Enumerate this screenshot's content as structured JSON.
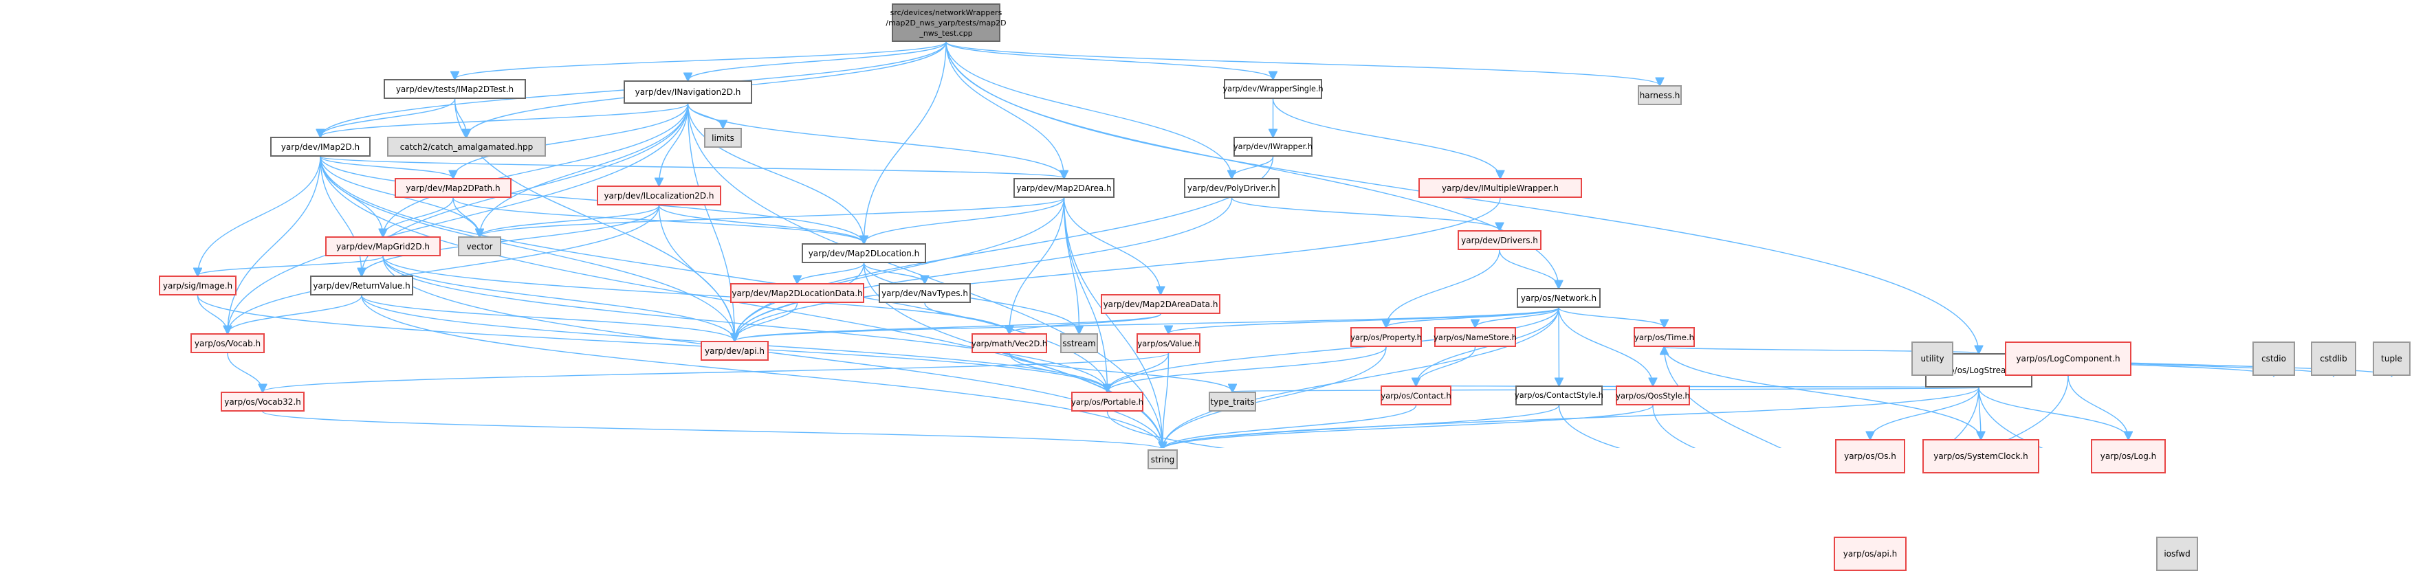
{
  "title": "src/devices/networkWrappers/map2D_nws_yarp/tests/map2D_nws_test.cpp",
  "colors": {
    "edge": "#63b8ff",
    "root_fill": "#999999",
    "plain_fill": "#ffffff",
    "plain_border": "#666666",
    "red_fill": "#fff0f0",
    "red_border": "#e84646",
    "sys_fill": "#e0e0e0",
    "sys_border": "#999999"
  },
  "nodes": [
    {
      "id": "root",
      "label": "src/devices/networkWrappers\n/map2D_nws_yarp/tests/map2D\n_nws_test.cpp",
      "kind": "root"
    },
    {
      "id": "IMap2DTest",
      "label": "yarp/dev/tests/IMap2DTest.h",
      "kind": "plain"
    },
    {
      "id": "INavigation2D",
      "label": "yarp/dev/INavigation2D.h",
      "kind": "plain"
    },
    {
      "id": "WrapperSingle",
      "label": "yarp/dev/WrapperSingle.h",
      "kind": "plain"
    },
    {
      "id": "harness",
      "label": "harness.h",
      "kind": "sys"
    },
    {
      "id": "IMap2D",
      "label": "yarp/dev/IMap2D.h",
      "kind": "plain"
    },
    {
      "id": "catch",
      "label": "catch2/catch_amalgamated.hpp",
      "kind": "sys"
    },
    {
      "id": "limits",
      "label": "limits",
      "kind": "sys"
    },
    {
      "id": "IWrapper",
      "label": "yarp/dev/IWrapper.h",
      "kind": "plain"
    },
    {
      "id": "Map2DPath",
      "label": "yarp/dev/Map2DPath.h",
      "kind": "red"
    },
    {
      "id": "ILocalization2D",
      "label": "yarp/dev/ILocalization2D.h",
      "kind": "red"
    },
    {
      "id": "Map2DArea",
      "label": "yarp/dev/Map2DArea.h",
      "kind": "plain"
    },
    {
      "id": "PolyDriver",
      "label": "yarp/dev/PolyDriver.h",
      "kind": "plain"
    },
    {
      "id": "IMultipleWrapper",
      "label": "yarp/dev/IMultipleWrapper.h",
      "kind": "red"
    },
    {
      "id": "MapGrid2D",
      "label": "yarp/dev/MapGrid2D.h",
      "kind": "red"
    },
    {
      "id": "vector",
      "label": "vector",
      "kind": "sys"
    },
    {
      "id": "Map2DLocation",
      "label": "yarp/dev/Map2DLocation.h",
      "kind": "plain"
    },
    {
      "id": "Drivers",
      "label": "yarp/dev/Drivers.h",
      "kind": "red"
    },
    {
      "id": "LogStream",
      "label": "yarp/os/LogStream.h",
      "kind": "plain"
    },
    {
      "id": "Image",
      "label": "yarp/sig/Image.h",
      "kind": "red"
    },
    {
      "id": "ReturnValue",
      "label": "yarp/dev/ReturnValue.h",
      "kind": "plain"
    },
    {
      "id": "Map2DLocationData",
      "label": "yarp/dev/Map2DLocationData.h",
      "kind": "red"
    },
    {
      "id": "NavTypes",
      "label": "yarp/dev/NavTypes.h",
      "kind": "plain"
    },
    {
      "id": "Map2DAreaData",
      "label": "yarp/dev/Map2DAreaData.h",
      "kind": "red"
    },
    {
      "id": "Network",
      "label": "yarp/os/Network.h",
      "kind": "plain"
    },
    {
      "id": "Vocab",
      "label": "yarp/os/Vocab.h",
      "kind": "red"
    },
    {
      "id": "devapi",
      "label": "yarp/dev/api.h",
      "kind": "red"
    },
    {
      "id": "Vec2D",
      "label": "yarp/math/Vec2D.h",
      "kind": "red"
    },
    {
      "id": "sstream",
      "label": "sstream",
      "kind": "sys"
    },
    {
      "id": "Value",
      "label": "yarp/os/Value.h",
      "kind": "red"
    },
    {
      "id": "Property",
      "label": "yarp/os/Property.h",
      "kind": "red"
    },
    {
      "id": "NameStore",
      "label": "yarp/os/NameStore.h",
      "kind": "red"
    },
    {
      "id": "Time",
      "label": "yarp/os/Time.h",
      "kind": "red"
    },
    {
      "id": "utility",
      "label": "utility",
      "kind": "sys"
    },
    {
      "id": "LogComponent",
      "label": "yarp/os/LogComponent.h",
      "kind": "red"
    },
    {
      "id": "cstdio",
      "label": "cstdio",
      "kind": "sys"
    },
    {
      "id": "cstdlib",
      "label": "cstdlib",
      "kind": "sys"
    },
    {
      "id": "tuple",
      "label": "tuple",
      "kind": "sys"
    },
    {
      "id": "Vocab32",
      "label": "yarp/os/Vocab32.h",
      "kind": "red"
    },
    {
      "id": "Portable",
      "label": "yarp/os/Portable.h",
      "kind": "red"
    },
    {
      "id": "type_traits",
      "label": "type_traits",
      "kind": "sys"
    },
    {
      "id": "Contact",
      "label": "yarp/os/Contact.h",
      "kind": "red"
    },
    {
      "id": "ContactStyle",
      "label": "yarp/os/ContactStyle.h",
      "kind": "plain"
    },
    {
      "id": "QosStyle",
      "label": "yarp/os/QosStyle.h",
      "kind": "red"
    },
    {
      "id": "Os",
      "label": "yarp/os/Os.h",
      "kind": "red"
    },
    {
      "id": "SystemClock",
      "label": "yarp/os/SystemClock.h",
      "kind": "red"
    },
    {
      "id": "Log",
      "label": "yarp/os/Log.h",
      "kind": "red"
    },
    {
      "id": "string",
      "label": "string",
      "kind": "sys"
    },
    {
      "id": "osapi",
      "label": "yarp/os/api.h",
      "kind": "red"
    },
    {
      "id": "iosfwd",
      "label": "iosfwd",
      "kind": "sys"
    }
  ],
  "edges": [
    [
      "root",
      "IMap2DTest"
    ],
    [
      "root",
      "INavigation2D"
    ],
    [
      "root",
      "WrapperSingle"
    ],
    [
      "root",
      "harness"
    ],
    [
      "root",
      "IMap2D"
    ],
    [
      "root",
      "catch"
    ],
    [
      "root",
      "Map2DArea"
    ],
    [
      "root",
      "PolyDriver"
    ],
    [
      "root",
      "Map2DLocation"
    ],
    [
      "root",
      "Network"
    ],
    [
      "root",
      "LogStream"
    ],
    [
      "IMap2DTest",
      "IMap2D"
    ],
    [
      "IMap2DTest",
      "catch"
    ],
    [
      "IMap2DTest",
      "devapi"
    ],
    [
      "INavigation2D",
      "IMap2D"
    ],
    [
      "INavigation2D",
      "limits"
    ],
    [
      "INavigation2D",
      "Map2DPath"
    ],
    [
      "INavigation2D",
      "ILocalization2D"
    ],
    [
      "INavigation2D",
      "Map2DArea"
    ],
    [
      "INavigation2D",
      "Map2DLocation"
    ],
    [
      "INavigation2D",
      "vector"
    ],
    [
      "INavigation2D",
      "devapi"
    ],
    [
      "INavigation2D",
      "ReturnValue"
    ],
    [
      "INavigation2D",
      "Vocab"
    ],
    [
      "INavigation2D",
      "string"
    ],
    [
      "INavigation2D",
      "MapGrid2D"
    ],
    [
      "WrapperSingle",
      "IWrapper"
    ],
    [
      "WrapperSingle",
      "IMultipleWrapper"
    ],
    [
      "IWrapper",
      "PolyDriver"
    ],
    [
      "IWrapper",
      "devapi"
    ],
    [
      "IMultipleWrapper",
      "devapi"
    ],
    [
      "PolyDriver",
      "Drivers"
    ],
    [
      "PolyDriver",
      "devapi"
    ],
    [
      "Drivers",
      "Network"
    ],
    [
      "Drivers",
      "Property"
    ],
    [
      "IMap2D",
      "MapGrid2D"
    ],
    [
      "IMap2D",
      "Map2DPath"
    ],
    [
      "IMap2D",
      "Map2DArea"
    ],
    [
      "IMap2D",
      "Map2DLocation"
    ],
    [
      "IMap2D",
      "vector"
    ],
    [
      "IMap2D",
      "Image"
    ],
    [
      "IMap2D",
      "ReturnValue"
    ],
    [
      "IMap2D",
      "devapi"
    ],
    [
      "IMap2D",
      "Vocab"
    ],
    [
      "IMap2D",
      "string"
    ],
    [
      "IMap2D",
      "Portable"
    ],
    [
      "Map2DPath",
      "MapGrid2D"
    ],
    [
      "Map2DPath",
      "vector"
    ],
    [
      "Map2DPath",
      "Map2DLocation"
    ],
    [
      "ILocalization2D",
      "Map2DLocation"
    ],
    [
      "ILocalization2D",
      "vector"
    ],
    [
      "ILocalization2D",
      "devapi"
    ],
    [
      "ILocalization2D",
      "Vocab"
    ],
    [
      "ILocalization2D",
      "ReturnValue"
    ],
    [
      "MapGrid2D",
      "Image"
    ],
    [
      "MapGrid2D",
      "devapi"
    ],
    [
      "MapGrid2D",
      "string"
    ],
    [
      "MapGrid2D",
      "Vec2D"
    ],
    [
      "MapGrid2D",
      "Portable"
    ],
    [
      "Map2DArea",
      "Map2DLocation"
    ],
    [
      "Map2DArea",
      "vector"
    ],
    [
      "Map2DArea",
      "Map2DAreaData"
    ],
    [
      "Map2DArea",
      "devapi"
    ],
    [
      "Map2DArea",
      "Vec2D"
    ],
    [
      "Map2DArea",
      "sstream"
    ],
    [
      "Map2DArea",
      "Portable"
    ],
    [
      "Map2DArea",
      "string"
    ],
    [
      "Map2DLocation",
      "Map2DLocationData"
    ],
    [
      "Map2DLocation",
      "NavTypes"
    ],
    [
      "Map2DLocation",
      "devapi"
    ],
    [
      "Map2DLocation",
      "sstream"
    ],
    [
      "Map2DLocation",
      "string"
    ],
    [
      "Map2DLocationData",
      "devapi"
    ],
    [
      "NavTypes",
      "Vec2D"
    ],
    [
      "Map2DAreaData",
      "Vec2D"
    ],
    [
      "Map2DAreaData",
      "devapi"
    ],
    [
      "Image",
      "Vocab"
    ],
    [
      "Image",
      "Portable"
    ],
    [
      "ReturnValue",
      "Vocab"
    ],
    [
      "ReturnValue",
      "string"
    ],
    [
      "ReturnValue",
      "devapi"
    ],
    [
      "ReturnValue",
      "Portable"
    ],
    [
      "Vocab",
      "Vocab32"
    ],
    [
      "Vocab32",
      "string"
    ],
    [
      "Vec2D",
      "Portable"
    ],
    [
      "Vec2D",
      "type_traits"
    ],
    [
      "Network",
      "Value"
    ],
    [
      "Network",
      "Property"
    ],
    [
      "Network",
      "NameStore"
    ],
    [
      "Network",
      "Contact"
    ],
    [
      "Network",
      "ContactStyle"
    ],
    [
      "Network",
      "QosStyle"
    ],
    [
      "Network",
      "Time"
    ],
    [
      "Network",
      "devapi"
    ],
    [
      "Network",
      "Portable"
    ],
    [
      "Network",
      "string"
    ],
    [
      "Value",
      "Portable"
    ],
    [
      "Value",
      "string"
    ],
    [
      "Value",
      "Vocab32"
    ],
    [
      "Property",
      "Portable"
    ],
    [
      "Property",
      "string"
    ],
    [
      "NameStore",
      "Contact"
    ],
    [
      "Contact",
      "string"
    ],
    [
      "ContactStyle",
      "osapi"
    ],
    [
      "ContactStyle",
      "string"
    ],
    [
      "QosStyle",
      "osapi"
    ],
    [
      "QosStyle",
      "string"
    ],
    [
      "Time",
      "SystemClock"
    ],
    [
      "Time",
      "osapi"
    ],
    [
      "LogStream",
      "Time"
    ],
    [
      "LogStream",
      "utility"
    ],
    [
      "LogStream",
      "LogComponent"
    ],
    [
      "LogStream",
      "cstdio"
    ],
    [
      "LogStream",
      "cstdlib"
    ],
    [
      "LogStream",
      "tuple"
    ],
    [
      "LogStream",
      "Os"
    ],
    [
      "LogStream",
      "SystemClock"
    ],
    [
      "LogStream",
      "Log"
    ],
    [
      "LogStream",
      "osapi"
    ],
    [
      "LogStream",
      "iosfwd"
    ],
    [
      "LogStream",
      "string"
    ],
    [
      "LogStream",
      "type_traits"
    ],
    [
      "LogStream",
      "Contact"
    ],
    [
      "LogComponent",
      "Log"
    ],
    [
      "LogComponent",
      "osapi"
    ],
    [
      "Os",
      "osapi"
    ],
    [
      "Log",
      "osapi"
    ],
    [
      "Log",
      "iosfwd"
    ],
    [
      "Portable",
      "osapi"
    ]
  ]
}
